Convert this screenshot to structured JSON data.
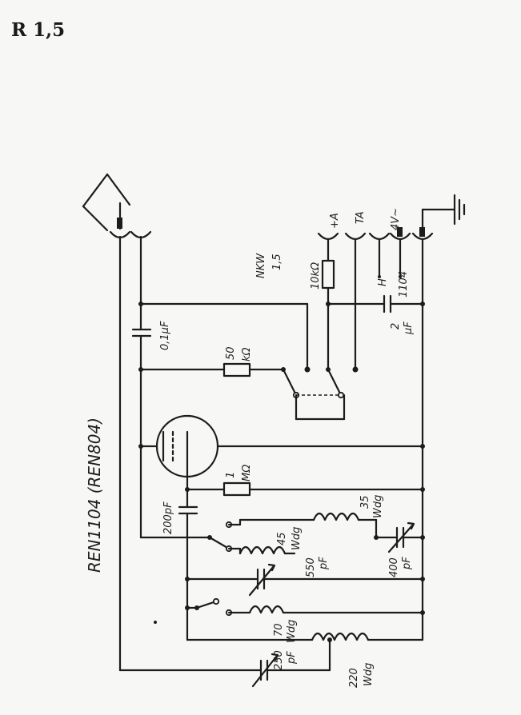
{
  "header": {
    "title": "R 1,5"
  },
  "labels": {
    "model": "NKW",
    "model_num": "1,5",
    "tube": "REN1104 (REN804)",
    "r_10k": "10kΩ",
    "plus_a": "+A",
    "ta": "TA",
    "four_v": "4V~",
    "h": "H",
    "tube_code": "1104",
    "cap_2uf_val": "2",
    "cap_2uf_unit": "μF",
    "cap_01uf": "0,1μF",
    "r_50k_val": "50",
    "r_50k_unit": "kΩ",
    "r_1m_val": "1",
    "r_1m_unit": "MΩ",
    "c_200pf": "200pF",
    "l_35_val": "35",
    "l_35_unit": "Wdg",
    "l_45_val": "45",
    "l_45_unit": "Wdg",
    "c_550_val": "550",
    "c_550_unit": "pF",
    "c_400_val": "400",
    "c_400_unit": "pF",
    "c_250_val": "250",
    "c_250_unit": "pF",
    "l_70_val": "70",
    "l_70_unit": "Wdg",
    "l_220_val": "220",
    "l_220_unit": "Wdg"
  }
}
